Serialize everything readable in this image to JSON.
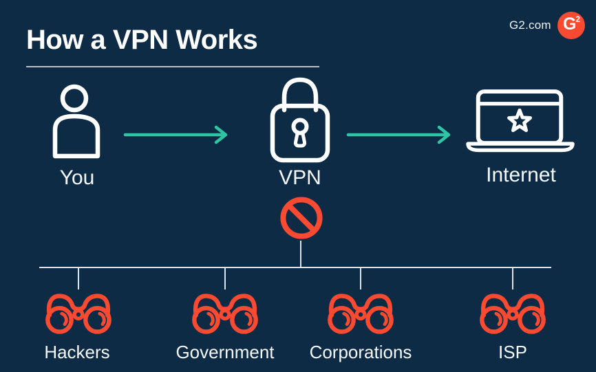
{
  "title": "How a VPN Works",
  "brand": {
    "site_label": "G2.com",
    "logo": {
      "icon": "g2-logo",
      "letter": "G",
      "superscript": "2",
      "color": "#fa4a31"
    }
  },
  "flow": {
    "nodes": [
      {
        "id": "you",
        "label": "You",
        "icon": "person-icon"
      },
      {
        "id": "vpn",
        "label": "VPN",
        "icon": "lock-icon"
      },
      {
        "id": "internet",
        "label": "Internet",
        "icon": "laptop-star-icon"
      }
    ],
    "arrow_icon": "arrow-right-icon",
    "arrow_color": "#2ec5a2"
  },
  "blocked": {
    "icon": "prohibition-icon",
    "color": "#fa4a31"
  },
  "watchers": {
    "icon": "binoculars-icon",
    "icon_color": "#fa4a31",
    "items": [
      {
        "label": "Hackers"
      },
      {
        "label": "Government"
      },
      {
        "label": "Corporations"
      },
      {
        "label": "ISP"
      }
    ]
  },
  "colors": {
    "background": "#0e2b46",
    "icon_white": "#ffffff",
    "arrow_teal": "#2ec5a2",
    "alert_orange": "#fa4a31",
    "connector_gray": "#dfe4e8",
    "underline_gray": "#b9c2cb"
  }
}
